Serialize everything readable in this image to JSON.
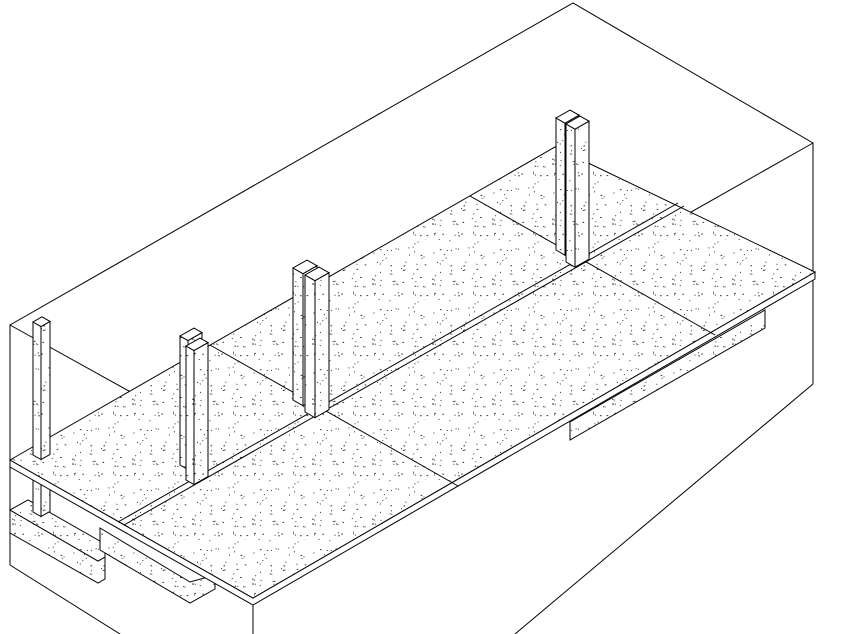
{
  "view": {
    "type": "3d-isometric-model-view",
    "elements": [
      "section-box",
      "floor-slab",
      "columns",
      "beams"
    ],
    "colors": {
      "line": "#000000",
      "fill": "#ffffff",
      "speckle": "#333333"
    }
  }
}
